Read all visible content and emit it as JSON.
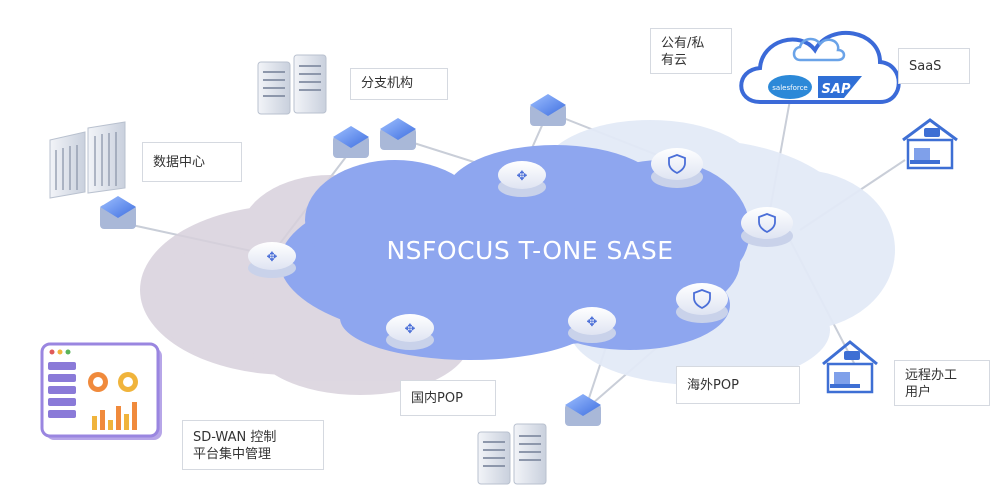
{
  "diagram": {
    "core_title": "NSFOCUS T-ONE SASE",
    "labels": {
      "branch": "分支机构",
      "datacenter": "数据中心",
      "cloud": "公有/私\n有云",
      "saas": "SaaS",
      "domestic_pop": "国内POP",
      "overseas_pop": "海外POP",
      "remote_user": "远程办工\n用户",
      "sdwan": "SD-WAN 控制\n平台集中管理"
    },
    "cloud_logos": {
      "salesforce": "salesforce",
      "sap": "SAP"
    },
    "colors": {
      "core_cloud": "#8ea6ef",
      "left_cloud": "#d8d1dc",
      "right_cloud": "#e3eaf7",
      "accent_blue": "#2f5fd0",
      "line": "#c9ced8"
    },
    "icons": [
      "building-icon",
      "edge-device-icon",
      "router-node-icon",
      "shield-node-icon",
      "home-laptop-icon",
      "dashboard-icon",
      "cloud-icon"
    ]
  }
}
